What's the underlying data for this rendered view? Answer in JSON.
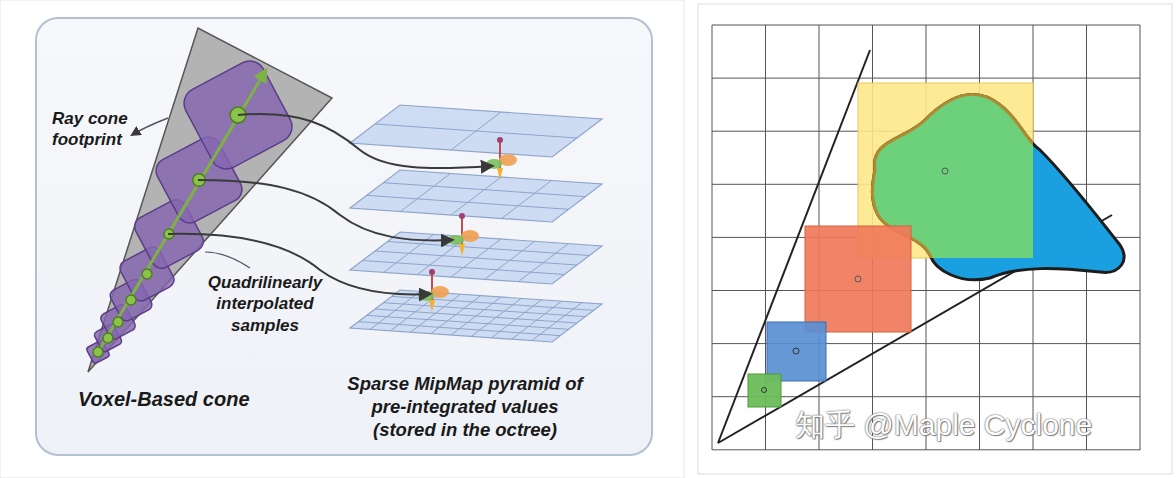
{
  "diagram": {
    "labels": [
      "Ray cone footprint",
      "Quadrilinearly interpolated samples",
      "Voxel-Based cone",
      "Sparse MipMap pyramid of pre-integrated values (stored in the octree)",
      "知乎 @Maple Cyclone"
    ]
  }
}
